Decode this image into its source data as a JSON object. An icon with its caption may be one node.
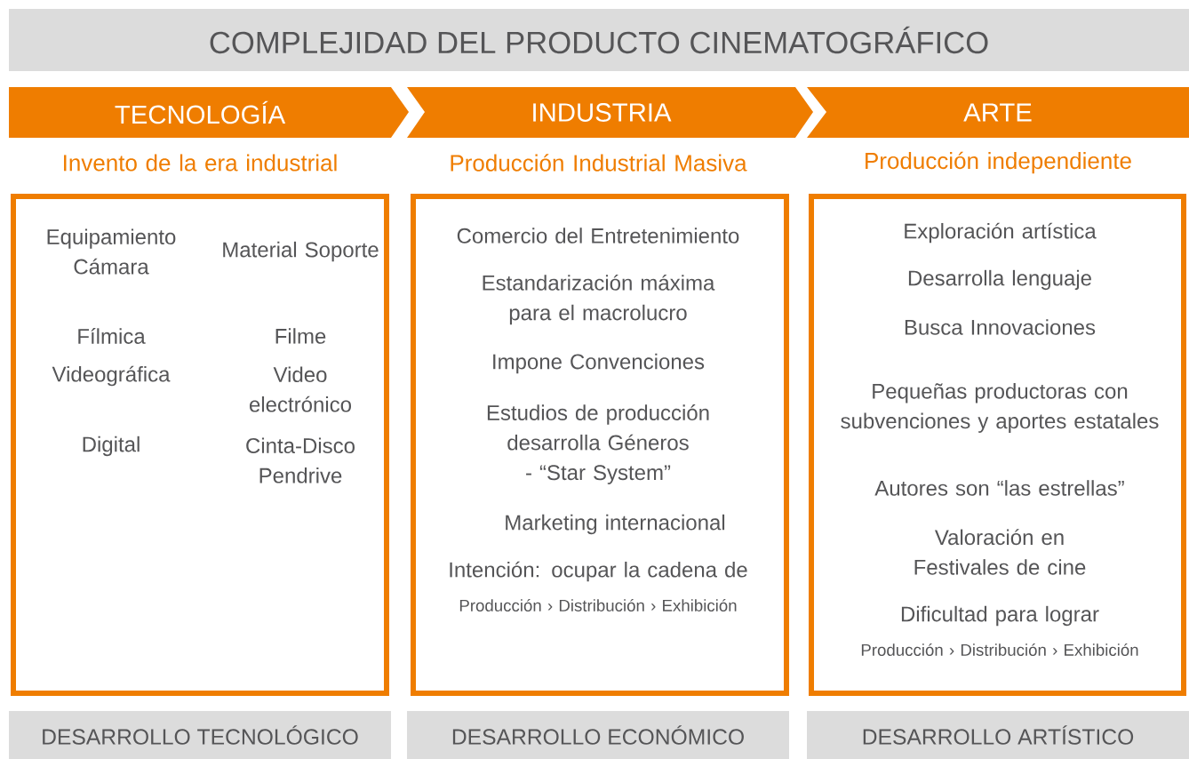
{
  "diagram": {
    "nodes": [
      {
        "text": [
          "COMPLEJIDAD DEL PRODUCTO CINEMATOGRÁFICO"
        ]
      },
      {
        "text": [
          "TECNOLOGÍA"
        ]
      },
      {
        "text": [
          "INDUSTRIA"
        ]
      },
      {
        "text": [
          "ARTE"
        ]
      },
      {
        "text": [
          "Invento de la era industrial",
          "Equipamiento Cámara",
          "Material Soporte",
          "Fílmica",
          "Filme",
          "Videográfica",
          "Video electrónico",
          "Digital",
          "Cinta-Disco Pendrive"
        ]
      },
      {
        "text": [
          "Producción Industrial Masiva",
          "Comercio del Entretenimiento",
          "Estandarización máxima para el macrolucro",
          "Impone Convenciones",
          "Estudios de producción desarrolla Géneros - “Star System”",
          "Marketing internacional",
          "Intención: ocupar la cadena de",
          "Producción › Distribución › Exhibición"
        ]
      },
      {
        "text": [
          "Producción independiente",
          "Exploración artística",
          "Desarrolla lenguaje",
          "Busca Innovaciones",
          "Pequeñas productoras con subvenciones y aportes estatales",
          "Autores son “las estrellas”",
          "Valoración en Festivales de cine",
          "Dificultad para lograr",
          "Producción ›  Distribución › Exhibición"
        ]
      },
      {
        "text": [
          "DESARROLLO TECNOLÓGICO"
        ]
      },
      {
        "text": [
          "DESARROLLO ECONÓMICO"
        ]
      },
      {
        "text": [
          "DESARROLLO ARTÍSTICO"
        ]
      }
    ]
  }
}
